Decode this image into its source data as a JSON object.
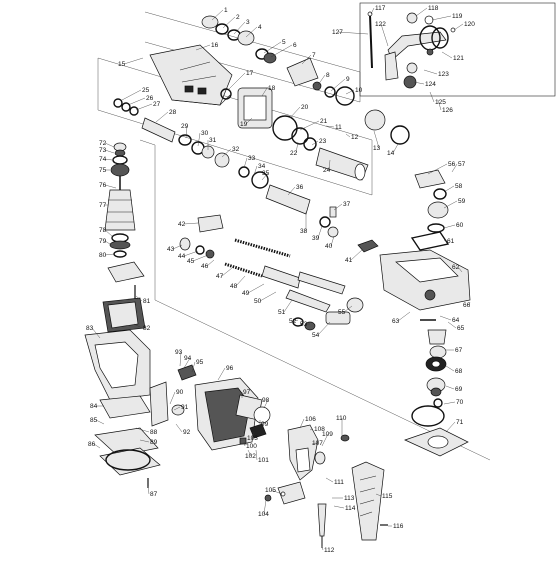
{
  "labels": {
    "1": "1",
    "2": "2",
    "3": "3",
    "4": "4",
    "5": "5",
    "6": "6",
    "7": "7",
    "8": "8",
    "9": "9",
    "10": "10",
    "11": "11",
    "12": "12",
    "13": "13",
    "14": "14",
    "15": "15",
    "16": "16",
    "17": "17",
    "18": "18",
    "19": "19",
    "20": "20",
    "21": "21",
    "22": "22",
    "23": "23",
    "24": "24",
    "25": "25",
    "26": "26",
    "27": "27",
    "28": "28",
    "29": "29",
    "30": "30",
    "31": "31",
    "32": "32",
    "33": "33",
    "34": "34",
    "35": "35",
    "36": "36",
    "37": "37",
    "38": "38",
    "39": "39",
    "40": "40",
    "41": "41",
    "42": "42",
    "43": "43",
    "44": "44",
    "45": "45",
    "46": "46",
    "47": "47",
    "48": "48",
    "49": "49",
    "50": "50",
    "51": "51",
    "52": "52",
    "53": "53",
    "54": "54",
    "55": "55",
    "56": "56",
    "57": "57",
    "58": "58",
    "59": "59",
    "60": "60",
    "61": "61",
    "62": "62",
    "63": "63",
    "64": "64",
    "65": "65",
    "66": "66",
    "67": "67",
    "68": "68",
    "69": "69",
    "70": "70",
    "71": "71",
    "72": "72",
    "73": "73",
    "74": "74",
    "75": "75",
    "76": "76",
    "77": "77",
    "78": "78",
    "79": "79",
    "80": "80",
    "81": "81",
    "82": "82",
    "83": "83",
    "84": "84",
    "85": "85",
    "86": "86",
    "87": "87",
    "88": "88",
    "89": "89",
    "90": "90",
    "91": "91",
    "92": "92",
    "93": "93",
    "94": "94",
    "95": "95",
    "96": "96",
    "97": "97",
    "98": "98",
    "99": "99",
    "100": "100",
    "101": "101",
    "102": "102",
    "103": "103",
    "104": "104",
    "105": "105",
    "106": "106",
    "107": "107",
    "108": "108",
    "109": "109",
    "110": "110",
    "111": "111",
    "112": "112",
    "113": "113",
    "114": "114",
    "115": "115",
    "116": "116",
    "117": "117",
    "118": "118",
    "119": "119",
    "120": "120",
    "121": "121",
    "122": "122",
    "123": "123",
    "124": "124",
    "125": "125",
    "126": "126",
    "127": "127"
  }
}
